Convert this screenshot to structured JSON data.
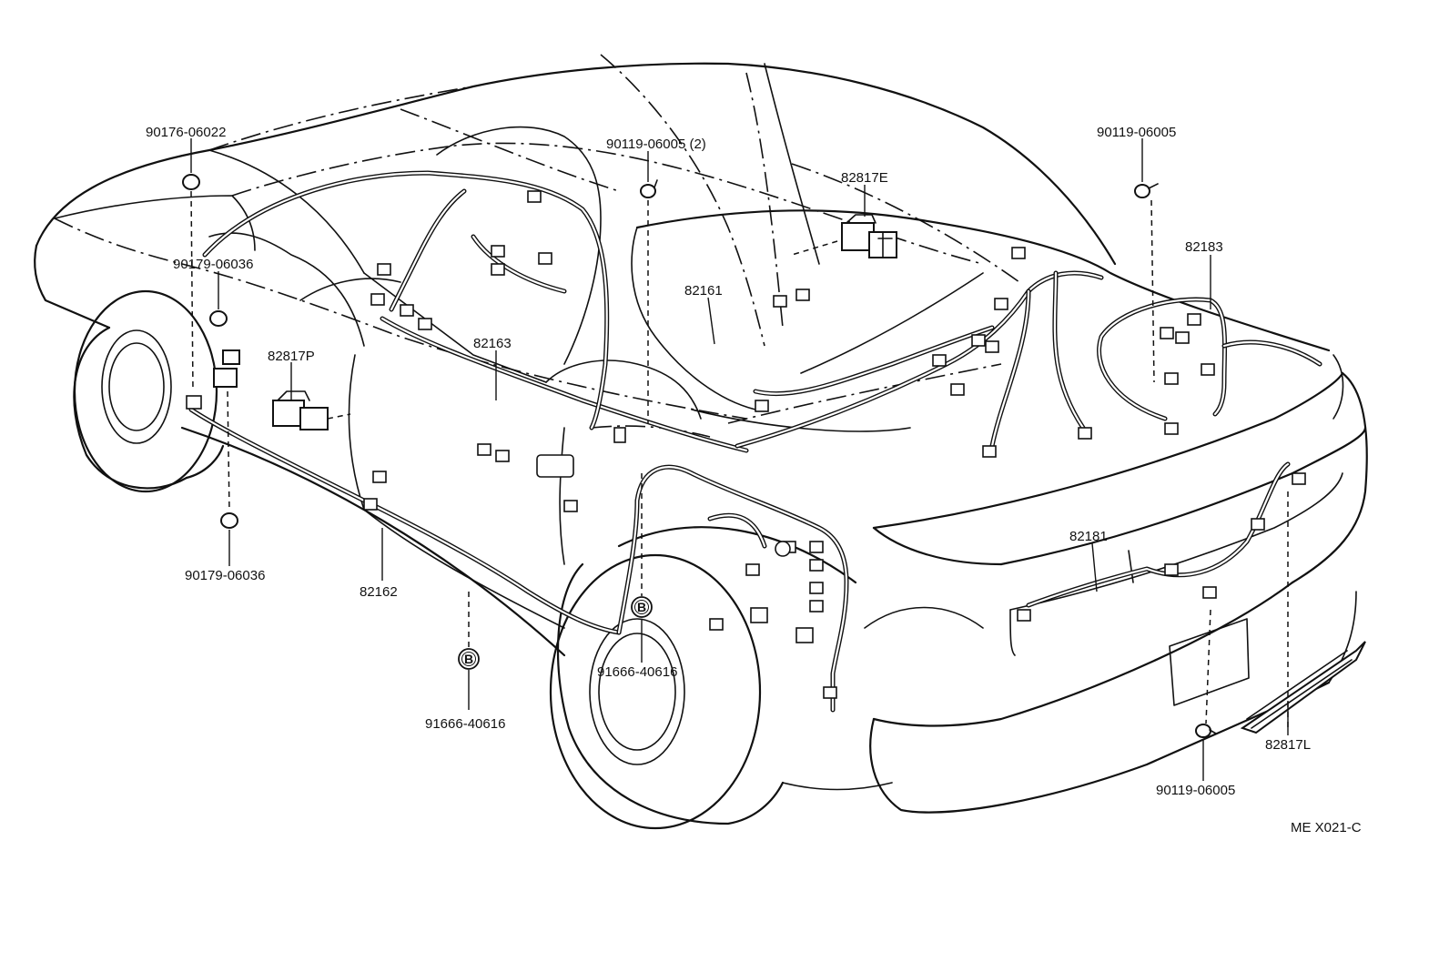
{
  "labels": {
    "p90176_06022": "90176-06022",
    "p90179_06036_top": "90179-06036",
    "p90179_06036_bottom": "90179-06036",
    "p82817P": "82817P",
    "p82163": "82163",
    "p82162": "82162",
    "p91666_40616_left": "91666-40616",
    "p91666_40616_mid": "91666-40616",
    "p90119_06005_2": "90119-06005 (2)",
    "p82817E": "82817E",
    "p82161": "82161",
    "p90119_06005_top": "90119-06005",
    "p82183": "82183",
    "p82181": "82181",
    "p82817L": "82817L",
    "p90119_06005_bottom": "90119-06005"
  },
  "markers": {
    "b_left": "B",
    "b_mid": "B"
  },
  "figure_code": "ME X021-C"
}
